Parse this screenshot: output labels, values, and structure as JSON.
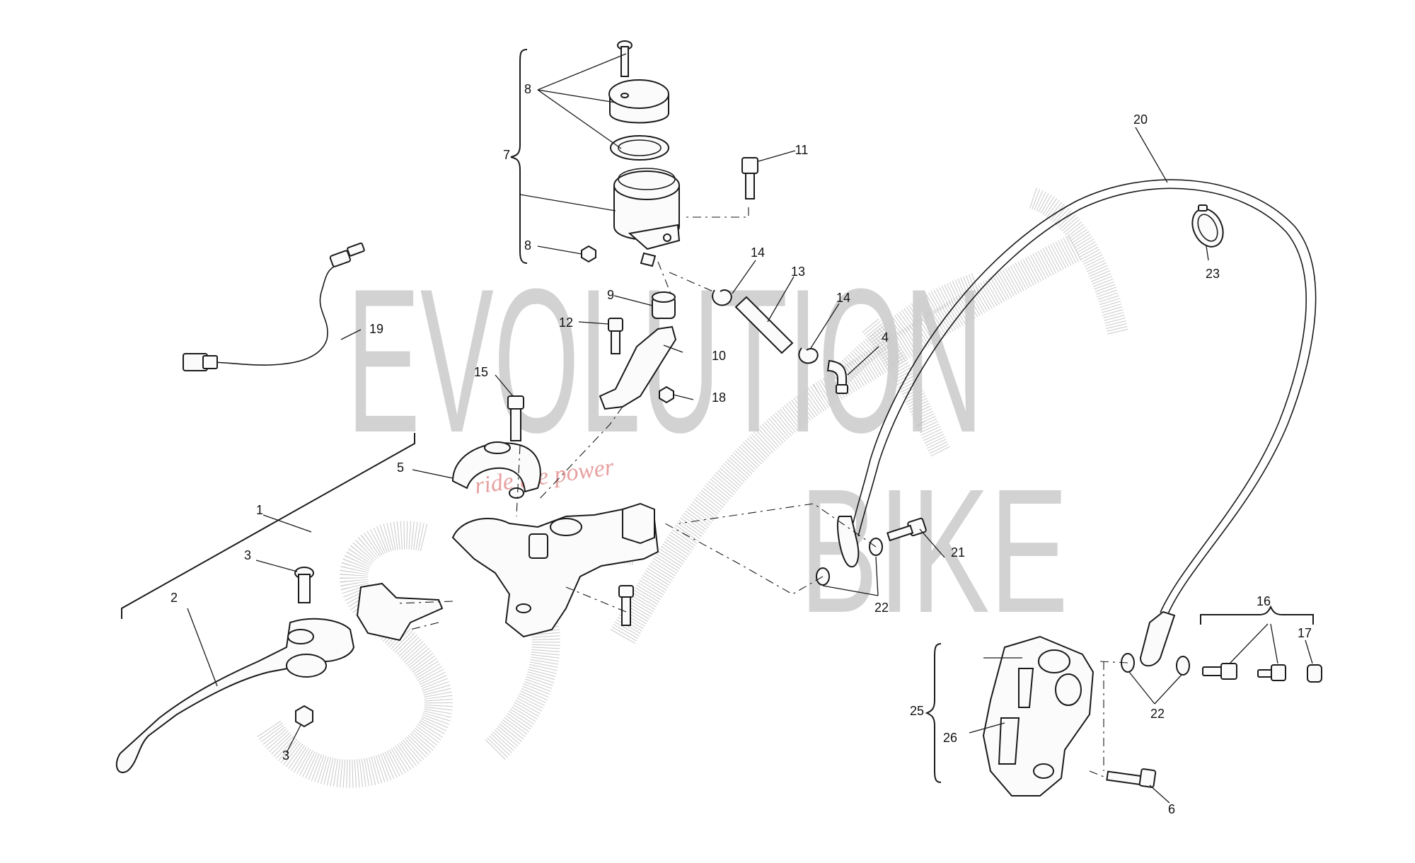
{
  "watermark": {
    "line1": "EVOLUTION",
    "line2": "BIKE",
    "tagline": "ride the power"
  },
  "callouts": [
    {
      "id": "c1",
      "label": "1"
    },
    {
      "id": "c2",
      "label": "2"
    },
    {
      "id": "c3a",
      "label": "3"
    },
    {
      "id": "c3b",
      "label": "3"
    },
    {
      "id": "c4",
      "label": "4"
    },
    {
      "id": "c5",
      "label": "5"
    },
    {
      "id": "c6",
      "label": "6"
    },
    {
      "id": "c7",
      "label": "7"
    },
    {
      "id": "c8a",
      "label": "8"
    },
    {
      "id": "c8b",
      "label": "8"
    },
    {
      "id": "c9",
      "label": "9"
    },
    {
      "id": "c10",
      "label": "10"
    },
    {
      "id": "c11",
      "label": "11"
    },
    {
      "id": "c12",
      "label": "12"
    },
    {
      "id": "c13",
      "label": "13"
    },
    {
      "id": "c14a",
      "label": "14"
    },
    {
      "id": "c14b",
      "label": "14"
    },
    {
      "id": "c15",
      "label": "15"
    },
    {
      "id": "c16",
      "label": "16"
    },
    {
      "id": "c17",
      "label": "17"
    },
    {
      "id": "c18",
      "label": "18"
    },
    {
      "id": "c19",
      "label": "19"
    },
    {
      "id": "c20",
      "label": "20"
    },
    {
      "id": "c21",
      "label": "21"
    },
    {
      "id": "c22a",
      "label": "22"
    },
    {
      "id": "c22b",
      "label": "22"
    },
    {
      "id": "c23",
      "label": "23"
    },
    {
      "id": "c25",
      "label": "25"
    },
    {
      "id": "c26",
      "label": "26"
    }
  ]
}
